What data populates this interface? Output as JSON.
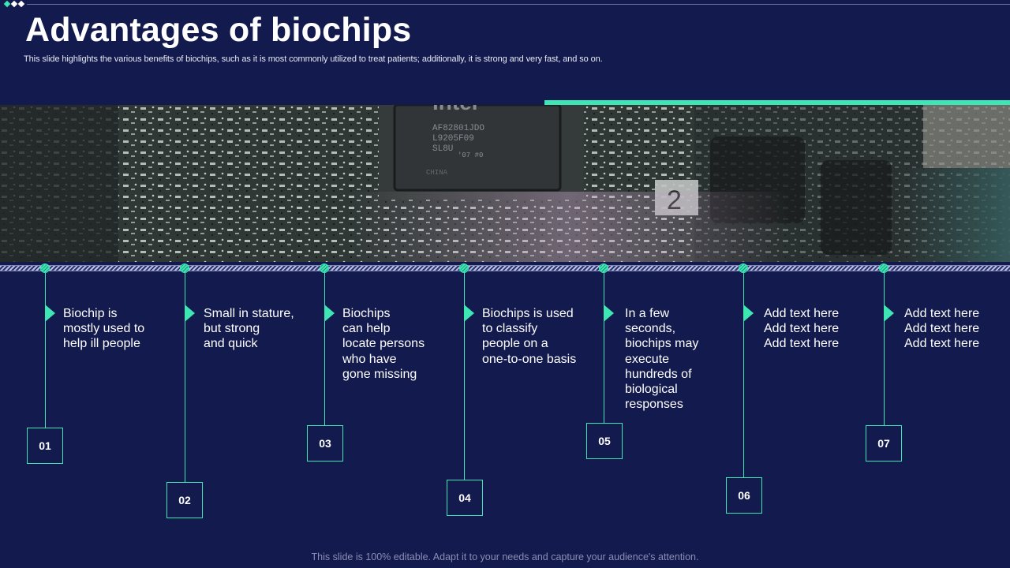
{
  "colors": {
    "background": "#131a4e",
    "accent": "#3ee6b4",
    "diamond_1": "#3ee6b4",
    "diamond_2": "#ffffff",
    "diamond_3": "#ffffff"
  },
  "slide": {
    "title": "Advantages of biochips",
    "subtitle": "This slide highlights the various benefits of biochips, such as it is most commonly utilized to treat patients; additionally, it is strong and very fast, and so on.",
    "footer": "This slide is 100% editable. Adapt it to your needs and capture your audience's attention."
  },
  "photo": {
    "chip_text": [
      "AF82801JDO",
      "L9205F09",
      "SL8U",
      "'07 #0",
      "CHINA"
    ],
    "brand_text": "intel",
    "board_label": "2"
  },
  "steps": [
    {
      "number": "01",
      "text": "Biochip is\nmostly used to\nhelp ill people"
    },
    {
      "number": "02",
      "text": "Small in stature,\nbut strong\nand quick"
    },
    {
      "number": "03",
      "text": "Biochips\ncan help\nlocate persons\nwho have\ngone missing"
    },
    {
      "number": "04",
      "text": "Biochips is used\nto classify\npeople on a\none-to-one basis"
    },
    {
      "number": "05",
      "text": "In a few\nseconds,\nbiochips may\nexecute\nhundreds of\nbiological\nresponses"
    },
    {
      "number": "06",
      "text": "Add text here\nAdd text here\nAdd text here"
    },
    {
      "number": "07",
      "text": "Add text here\nAdd text here\nAdd text here"
    }
  ]
}
